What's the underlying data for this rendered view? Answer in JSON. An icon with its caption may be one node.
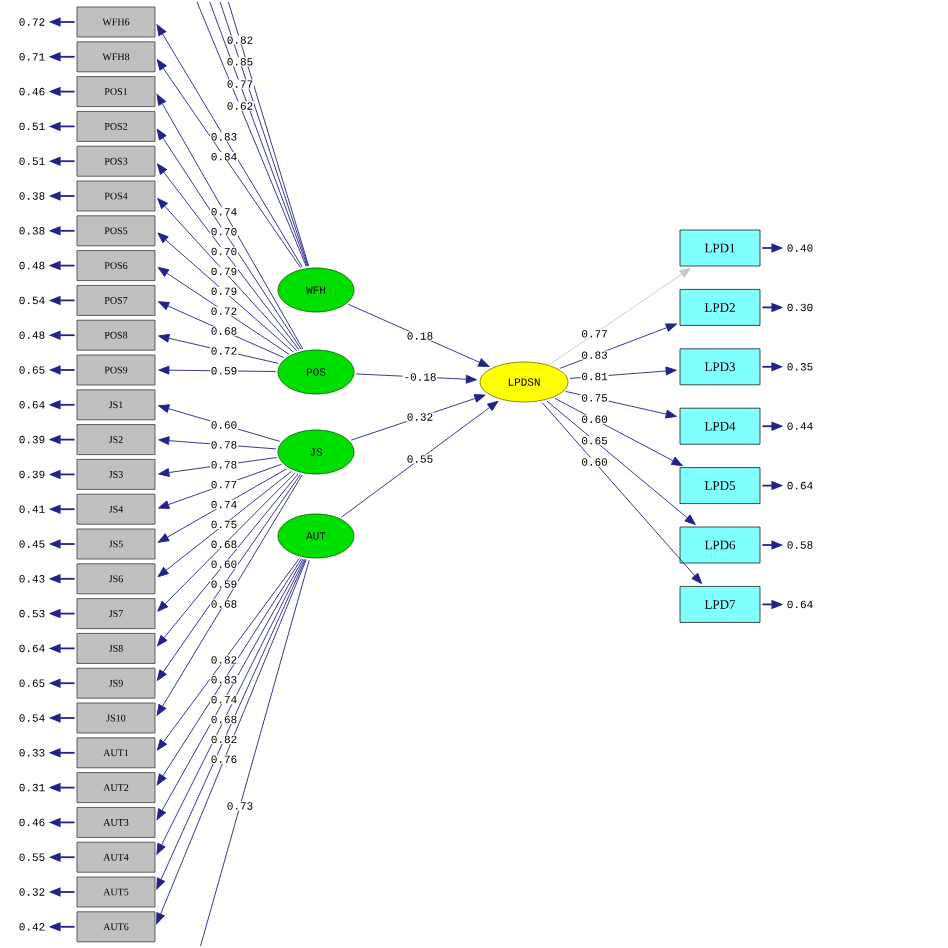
{
  "diagram": {
    "nodes": [
      {
        "text": [
          "WFH6"
        ]
      },
      {
        "text": [
          "WFH8"
        ]
      },
      {
        "text": [
          "POS1"
        ]
      },
      {
        "text": [
          "POS2"
        ]
      },
      {
        "text": [
          "POS3"
        ]
      },
      {
        "text": [
          "POS4"
        ]
      },
      {
        "text": [
          "POS5"
        ]
      },
      {
        "text": [
          "POS6"
        ]
      },
      {
        "text": [
          "POS7"
        ]
      },
      {
        "text": [
          "POS8"
        ]
      },
      {
        "text": [
          "POS9"
        ]
      },
      {
        "text": [
          "JS1"
        ]
      },
      {
        "text": [
          "JS2"
        ]
      },
      {
        "text": [
          "JS3"
        ]
      },
      {
        "text": [
          "JS4"
        ]
      },
      {
        "text": [
          "JS5"
        ]
      },
      {
        "text": [
          "JS6"
        ]
      },
      {
        "text": [
          "JS7"
        ]
      },
      {
        "text": [
          "JS8"
        ]
      },
      {
        "text": [
          "JS9"
        ]
      },
      {
        "text": [
          "JS10"
        ]
      },
      {
        "text": [
          "AUT1"
        ]
      },
      {
        "text": [
          "AUT2"
        ]
      },
      {
        "text": [
          "AUT3"
        ]
      },
      {
        "text": [
          "AUT4"
        ]
      },
      {
        "text": [
          "AUT5"
        ]
      },
      {
        "text": [
          "AUT6"
        ]
      },
      {
        "text": [
          "0.72"
        ]
      },
      {
        "text": [
          "0.71"
        ]
      },
      {
        "text": [
          "0.46"
        ]
      },
      {
        "text": [
          "0.51"
        ]
      },
      {
        "text": [
          "0.51"
        ]
      },
      {
        "text": [
          "0.38"
        ]
      },
      {
        "text": [
          "0.38"
        ]
      },
      {
        "text": [
          "0.48"
        ]
      },
      {
        "text": [
          "0.54"
        ]
      },
      {
        "text": [
          "0.48"
        ]
      },
      {
        "text": [
          "0.65"
        ]
      },
      {
        "text": [
          "0.64"
        ]
      },
      {
        "text": [
          "0.39"
        ]
      },
      {
        "text": [
          "0.39"
        ]
      },
      {
        "text": [
          "0.41"
        ]
      },
      {
        "text": [
          "0.45"
        ]
      },
      {
        "text": [
          "0.43"
        ]
      },
      {
        "text": [
          "0.53"
        ]
      },
      {
        "text": [
          "0.64"
        ]
      },
      {
        "text": [
          "0.65"
        ]
      },
      {
        "text": [
          "0.54"
        ]
      },
      {
        "text": [
          "0.33"
        ]
      },
      {
        "text": [
          "0.31"
        ]
      },
      {
        "text": [
          "0.46"
        ]
      },
      {
        "text": [
          "0.55"
        ]
      },
      {
        "text": [
          "0.32"
        ]
      },
      {
        "text": [
          "0.42"
        ]
      },
      {
        "text": [
          "WFH"
        ]
      },
      {
        "text": [
          "POS"
        ]
      },
      {
        "text": [
          "JS"
        ]
      },
      {
        "text": [
          "AUT"
        ]
      },
      {
        "text": [
          "LPDSN"
        ]
      },
      {
        "text": [
          "LPD1"
        ]
      },
      {
        "text": [
          "LPD2"
        ]
      },
      {
        "text": [
          "LPD3"
        ]
      },
      {
        "text": [
          "LPD4"
        ]
      },
      {
        "text": [
          "LPD5"
        ]
      },
      {
        "text": [
          "LPD6"
        ]
      },
      {
        "text": [
          "LPD7"
        ]
      },
      {
        "text": [
          "0.40"
        ]
      },
      {
        "text": [
          "0.30"
        ]
      },
      {
        "text": [
          "0.35"
        ]
      },
      {
        "text": [
          "0.44"
        ]
      },
      {
        "text": [
          "0.64"
        ]
      },
      {
        "text": [
          "0.58"
        ]
      },
      {
        "text": [
          "0.64"
        ]
      }
    ],
    "edges": [
      {
        "from": 54,
        "to": null,
        "arrow": "none",
        "label": "0.82"
      },
      {
        "from": 54,
        "to": null,
        "arrow": "none",
        "label": "0.85"
      },
      {
        "from": 54,
        "to": null,
        "arrow": "none",
        "label": "0.77"
      },
      {
        "from": 54,
        "to": null,
        "arrow": "none",
        "label": "0.62"
      },
      {
        "from": 54,
        "to": 0,
        "arrow": "to",
        "label": "0.83"
      },
      {
        "from": 54,
        "to": 1,
        "arrow": "to",
        "label": "0.84"
      },
      {
        "from": 55,
        "to": 2,
        "arrow": "to",
        "label": "0.74"
      },
      {
        "from": 55,
        "to": 3,
        "arrow": "to",
        "label": "0.70"
      },
      {
        "from": 55,
        "to": 4,
        "arrow": "to",
        "label": "0.70"
      },
      {
        "from": 55,
        "to": 5,
        "arrow": "to",
        "label": "0.79"
      },
      {
        "from": 55,
        "to": 6,
        "arrow": "to",
        "label": "0.79"
      },
      {
        "from": 55,
        "to": 7,
        "arrow": "to",
        "label": "0.72"
      },
      {
        "from": 55,
        "to": 8,
        "arrow": "to",
        "label": "0.68"
      },
      {
        "from": 55,
        "to": 9,
        "arrow": "to",
        "label": "0.72"
      },
      {
        "from": 55,
        "to": 10,
        "arrow": "to",
        "label": "0.59"
      },
      {
        "from": 56,
        "to": 11,
        "arrow": "to",
        "label": "0.60"
      },
      {
        "from": 56,
        "to": 12,
        "arrow": "to",
        "label": "0.78"
      },
      {
        "from": 56,
        "to": 13,
        "arrow": "to",
        "label": "0.78"
      },
      {
        "from": 56,
        "to": 14,
        "arrow": "to",
        "label": "0.77"
      },
      {
        "from": 56,
        "to": 15,
        "arrow": "to",
        "label": "0.74"
      },
      {
        "from": 56,
        "to": 16,
        "arrow": "to",
        "label": "0.75"
      },
      {
        "from": 56,
        "to": 17,
        "arrow": "to",
        "label": "0.68"
      },
      {
        "from": 56,
        "to": 18,
        "arrow": "to",
        "label": "0.60"
      },
      {
        "from": 56,
        "to": 19,
        "arrow": "to",
        "label": "0.59"
      },
      {
        "from": 56,
        "to": 20,
        "arrow": "to",
        "label": "0.68"
      },
      {
        "from": 57,
        "to": 21,
        "arrow": "to",
        "label": "0.82"
      },
      {
        "from": 57,
        "to": 22,
        "arrow": "to",
        "label": "0.83"
      },
      {
        "from": 57,
        "to": 23,
        "arrow": "to",
        "label": "0.74"
      },
      {
        "from": 57,
        "to": 24,
        "arrow": "to",
        "label": "0.68"
      },
      {
        "from": 57,
        "to": 25,
        "arrow": "to",
        "label": "0.82"
      },
      {
        "from": 57,
        "to": 26,
        "arrow": "to",
        "label": "0.76"
      },
      {
        "from": 57,
        "to": null,
        "arrow": "none",
        "label": "0.73"
      },
      {
        "from": 54,
        "to": 58,
        "arrow": "to",
        "label": "0.18"
      },
      {
        "from": 55,
        "to": 58,
        "arrow": "to",
        "label": "-0.18"
      },
      {
        "from": 56,
        "to": 58,
        "arrow": "to",
        "label": "0.32"
      },
      {
        "from": 57,
        "to": 58,
        "arrow": "to",
        "label": "0.55"
      },
      {
        "from": 58,
        "to": 59,
        "arrow": "to",
        "label": "0.77",
        "color": "#c8c8c8"
      },
      {
        "from": 58,
        "to": 60,
        "arrow": "to",
        "label": "0.83"
      },
      {
        "from": 58,
        "to": 61,
        "arrow": "to",
        "label": "0.81"
      },
      {
        "from": 58,
        "to": 62,
        "arrow": "to",
        "label": "0.75"
      },
      {
        "from": 58,
        "to": 63,
        "arrow": "to",
        "label": "0.60"
      },
      {
        "from": 58,
        "to": 64,
        "arrow": "to",
        "label": "0.65"
      },
      {
        "from": 58,
        "to": 65,
        "arrow": "to",
        "label": "0.60"
      },
      {
        "from": 0,
        "to": 27,
        "arrow": "to"
      },
      {
        "from": 1,
        "to": 28,
        "arrow": "to"
      },
      {
        "from": 2,
        "to": 29,
        "arrow": "to"
      },
      {
        "from": 3,
        "to": 30,
        "arrow": "to"
      },
      {
        "from": 4,
        "to": 31,
        "arrow": "to"
      },
      {
        "from": 5,
        "to": 32,
        "arrow": "to"
      },
      {
        "from": 6,
        "to": 33,
        "arrow": "to"
      },
      {
        "from": 7,
        "to": 34,
        "arrow": "to"
      },
      {
        "from": 8,
        "to": 35,
        "arrow": "to"
      },
      {
        "from": 9,
        "to": 36,
        "arrow": "to"
      },
      {
        "from": 10,
        "to": 37,
        "arrow": "to"
      },
      {
        "from": 11,
        "to": 38,
        "arrow": "to"
      },
      {
        "from": 12,
        "to": 39,
        "arrow": "to"
      },
      {
        "from": 13,
        "to": 40,
        "arrow": "to"
      },
      {
        "from": 14,
        "to": 41,
        "arrow": "to"
      },
      {
        "from": 15,
        "to": 42,
        "arrow": "to"
      },
      {
        "from": 16,
        "to": 43,
        "arrow": "to"
      },
      {
        "from": 17,
        "to": 44,
        "arrow": "to"
      },
      {
        "from": 18,
        "to": 45,
        "arrow": "to"
      },
      {
        "from": 19,
        "to": 46,
        "arrow": "to"
      },
      {
        "from": 20,
        "to": 47,
        "arrow": "to"
      },
      {
        "from": 21,
        "to": 48,
        "arrow": "to"
      },
      {
        "from": 22,
        "to": 49,
        "arrow": "to"
      },
      {
        "from": 23,
        "to": 50,
        "arrow": "to"
      },
      {
        "from": 24,
        "to": 51,
        "arrow": "to"
      },
      {
        "from": 25,
        "to": 52,
        "arrow": "to"
      },
      {
        "from": 26,
        "to": 53,
        "arrow": "to"
      },
      {
        "from": 59,
        "to": 66,
        "arrow": "to"
      },
      {
        "from": 60,
        "to": 67,
        "arrow": "to"
      },
      {
        "from": 61,
        "to": 68,
        "arrow": "to"
      },
      {
        "from": 62,
        "to": 69,
        "arrow": "to"
      },
      {
        "from": 63,
        "to": 70,
        "arrow": "to"
      },
      {
        "from": 64,
        "to": 71,
        "arrow": "to"
      },
      {
        "from": 65,
        "to": 72,
        "arrow": "to"
      }
    ]
  }
}
